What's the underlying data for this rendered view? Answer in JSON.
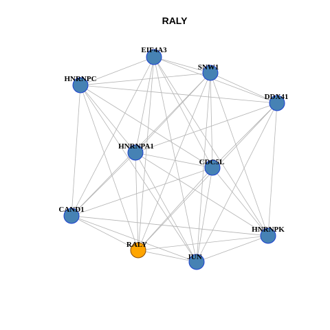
{
  "graph": {
    "title": "RALY",
    "colors": {
      "node_fill": "#4682B4",
      "node_stroke": "#1a3ecf",
      "highlight_fill": "#FFA500",
      "highlight_stroke": "#8a4a00",
      "edge": "#b3b3b3"
    },
    "nodes": [
      {
        "id": "EIF4A3",
        "label": "EIF4A3",
        "highlight": false
      },
      {
        "id": "SNW1",
        "label": "SNW1",
        "highlight": false
      },
      {
        "id": "HNRNPC",
        "label": "HNRNPC",
        "highlight": false
      },
      {
        "id": "DDX41",
        "label": "DDX41",
        "highlight": false
      },
      {
        "id": "HNRNPA1",
        "label": "HNRNPA1",
        "highlight": false
      },
      {
        "id": "CDC5L",
        "label": "CDC5L",
        "highlight": false
      },
      {
        "id": "CAND1",
        "label": "CAND1",
        "highlight": false
      },
      {
        "id": "HNRNPK",
        "label": "HNRNPK",
        "highlight": false
      },
      {
        "id": "RALY",
        "label": "RALY",
        "highlight": true
      },
      {
        "id": "JUN",
        "label": "JUN",
        "highlight": false
      }
    ],
    "edges": [
      [
        "EIF4A3",
        "SNW1"
      ],
      [
        "EIF4A3",
        "HNRNPC"
      ],
      [
        "EIF4A3",
        "DDX41"
      ],
      [
        "EIF4A3",
        "HNRNPA1"
      ],
      [
        "EIF4A3",
        "CDC5L"
      ],
      [
        "EIF4A3",
        "CAND1"
      ],
      [
        "EIF4A3",
        "HNRNPK"
      ],
      [
        "EIF4A3",
        "RALY"
      ],
      [
        "EIF4A3",
        "JUN"
      ],
      [
        "SNW1",
        "HNRNPC"
      ],
      [
        "SNW1",
        "DDX41"
      ],
      [
        "SNW1",
        "HNRNPA1"
      ],
      [
        "SNW1",
        "CDC5L"
      ],
      [
        "SNW1",
        "CAND1"
      ],
      [
        "SNW1",
        "HNRNPK"
      ],
      [
        "SNW1",
        "RALY"
      ],
      [
        "SNW1",
        "JUN"
      ],
      [
        "HNRNPC",
        "DDX41"
      ],
      [
        "HNRNPC",
        "HNRNPA1"
      ],
      [
        "HNRNPC",
        "CDC5L"
      ],
      [
        "HNRNPC",
        "CAND1"
      ],
      [
        "HNRNPC",
        "RALY"
      ],
      [
        "HNRNPC",
        "JUN"
      ],
      [
        "DDX41",
        "HNRNPA1"
      ],
      [
        "DDX41",
        "CDC5L"
      ],
      [
        "DDX41",
        "HNRNPK"
      ],
      [
        "DDX41",
        "JUN"
      ],
      [
        "DDX41",
        "RALY"
      ],
      [
        "HNRNPA1",
        "CDC5L"
      ],
      [
        "HNRNPA1",
        "CAND1"
      ],
      [
        "HNRNPA1",
        "HNRNPK"
      ],
      [
        "HNRNPA1",
        "RALY"
      ],
      [
        "HNRNPA1",
        "JUN"
      ],
      [
        "CDC5L",
        "CAND1"
      ],
      [
        "CDC5L",
        "HNRNPK"
      ],
      [
        "CDC5L",
        "RALY"
      ],
      [
        "CDC5L",
        "JUN"
      ],
      [
        "CAND1",
        "HNRNPK"
      ],
      [
        "CAND1",
        "RALY"
      ],
      [
        "CAND1",
        "JUN"
      ],
      [
        "HNRNPK",
        "RALY"
      ],
      [
        "HNRNPK",
        "JUN"
      ],
      [
        "RALY",
        "JUN"
      ]
    ]
  }
}
